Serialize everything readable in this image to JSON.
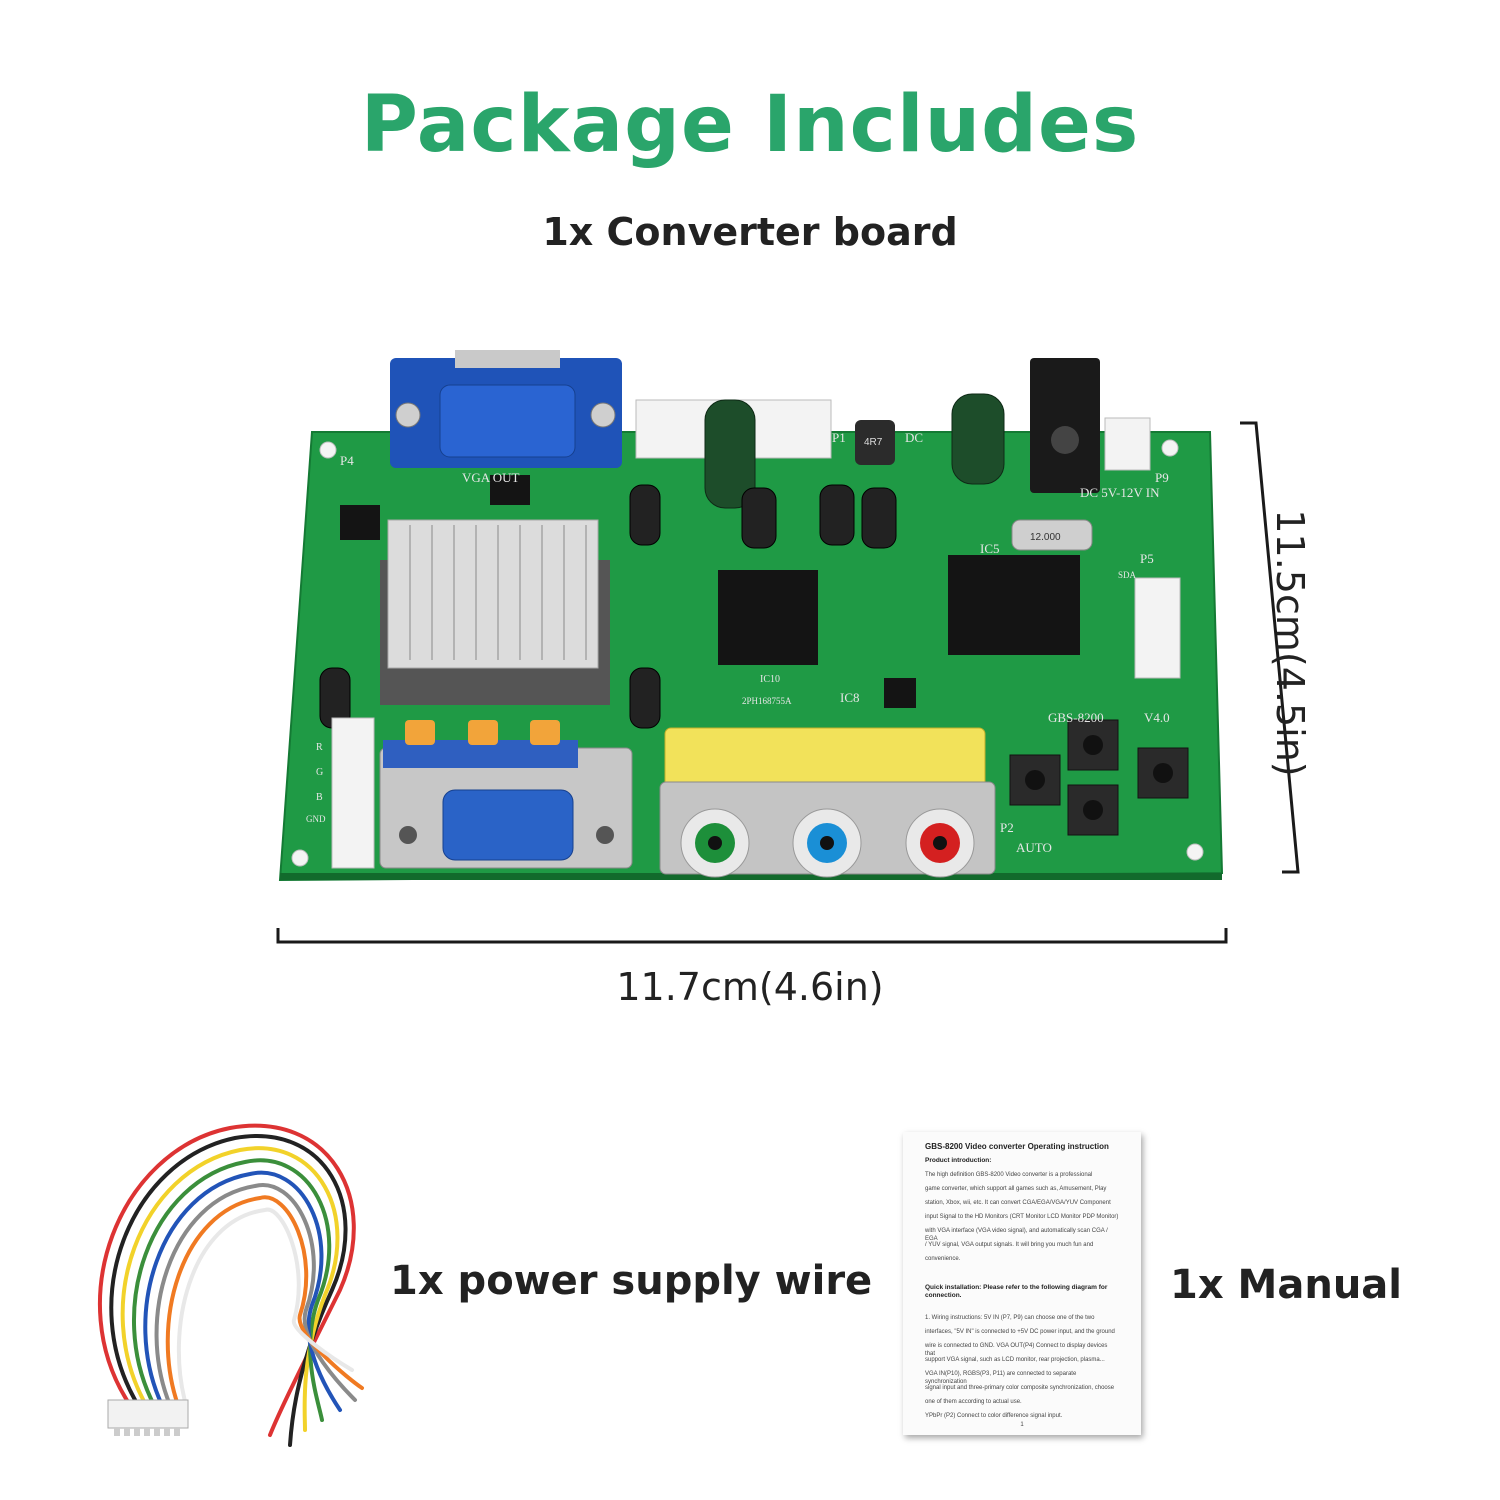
{
  "title": "Package Includes",
  "items": {
    "board": "1x Converter board",
    "wire": "1x power supply wire",
    "manual": "1x Manual"
  },
  "dimensions": {
    "width": "11.7cm(4.6in)",
    "height": "11.5cm(4.5in)"
  },
  "board_markings": {
    "vga_out": "VGA OUT",
    "p4": "P4",
    "p1": "P1",
    "dc": "DC",
    "dc_in": "DC 5V-12V IN",
    "p9": "P9",
    "ic5": "IC5",
    "p5": "P5",
    "sda": "SDA",
    "ic10": "IC10",
    "ic8": "IC8",
    "chip_text": "2PH168755A",
    "model": "GBS-8200",
    "version": "V4.0",
    "p2": "P2",
    "auto": "AUTO",
    "r": "R",
    "g": "G",
    "b": "B",
    "gnd": "GND",
    "crystal": "12.000",
    "inductor": "4R7"
  },
  "manual": {
    "heading": "GBS-8200 Video converter Operating instruction",
    "intro_heading": "Product introduction:",
    "intro_lines": [
      "The high definition GBS-8200 Video converter is a professional",
      "game converter, which support all games such as, Amusement, Play",
      "station, Xbox, wii, etc. It can convert CGA/EGA/VGA/YUV Component",
      "input Signal to the HD Monitors (CRT Monitor LCD Monitor PDP Monitor)",
      "with VGA interface (VGA video signal), and automatically scan CGA / EGA",
      "/ YUV signal, VGA output signals. It will bring you much fun and",
      "convenience."
    ],
    "install_heading": "Quick installation: Please refer to the following diagram for connection.",
    "install_lines": [
      "1. Wiring instructions: 5V IN (P7, P9) can choose one of the two",
      "interfaces, \"5V IN\" is connected to +5V DC power input, and the ground",
      "wire is connected to GND. VGA OUT(P4) Connect to display devices that",
      "support VGA signal, such as LCD monitor, rear projection, plasma...",
      "VGA IN(P10), RGBS(P3, P11) are connected to separate synchronization",
      "signal input and three-primary color composite synchronization, choose",
      "one of them according to actual use.",
      "YPbPr (P2) Connect to color difference signal input."
    ],
    "page_number": "1"
  },
  "colors": {
    "title": "#2aa56b",
    "pcb": "#1f9a45",
    "vga_blue": "#1f53b8",
    "rca_green": "#1d8f3a",
    "rca_blue": "#1a8fd6",
    "rca_red": "#d42020"
  }
}
